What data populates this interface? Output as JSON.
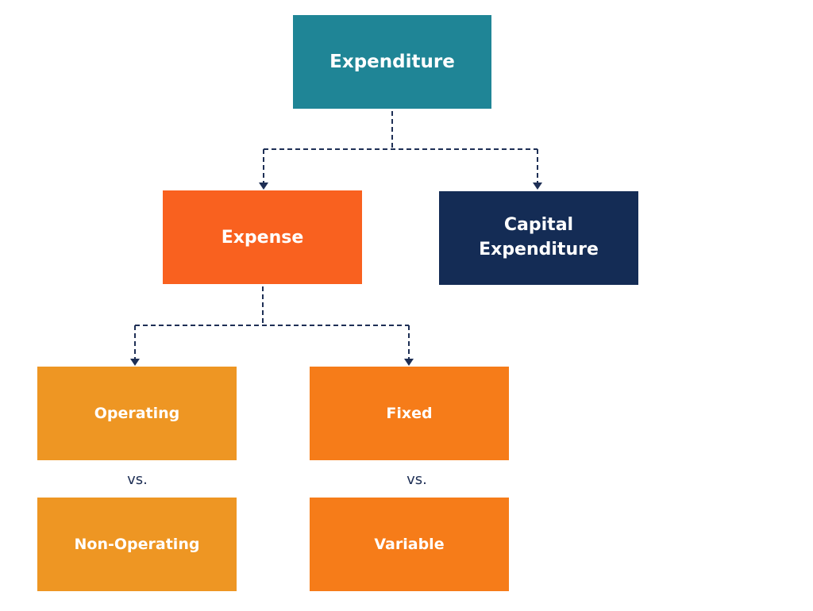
{
  "colors": {
    "root": "#1f8596",
    "expense": "#f9611f",
    "capital": "#142c55",
    "operating": "#ee9623",
    "fixed": "#f67c19",
    "connector": "#1e2f55"
  },
  "nodes": {
    "expenditure": "Expenditure",
    "expense": "Expense",
    "capital_line1": "Capital",
    "capital_line2": "Expenditure",
    "operating": "Operating",
    "non_operating": "Non-Operating",
    "fixed": "Fixed",
    "variable": "Variable"
  },
  "comparisons": {
    "left": "vs.",
    "right": "vs."
  }
}
